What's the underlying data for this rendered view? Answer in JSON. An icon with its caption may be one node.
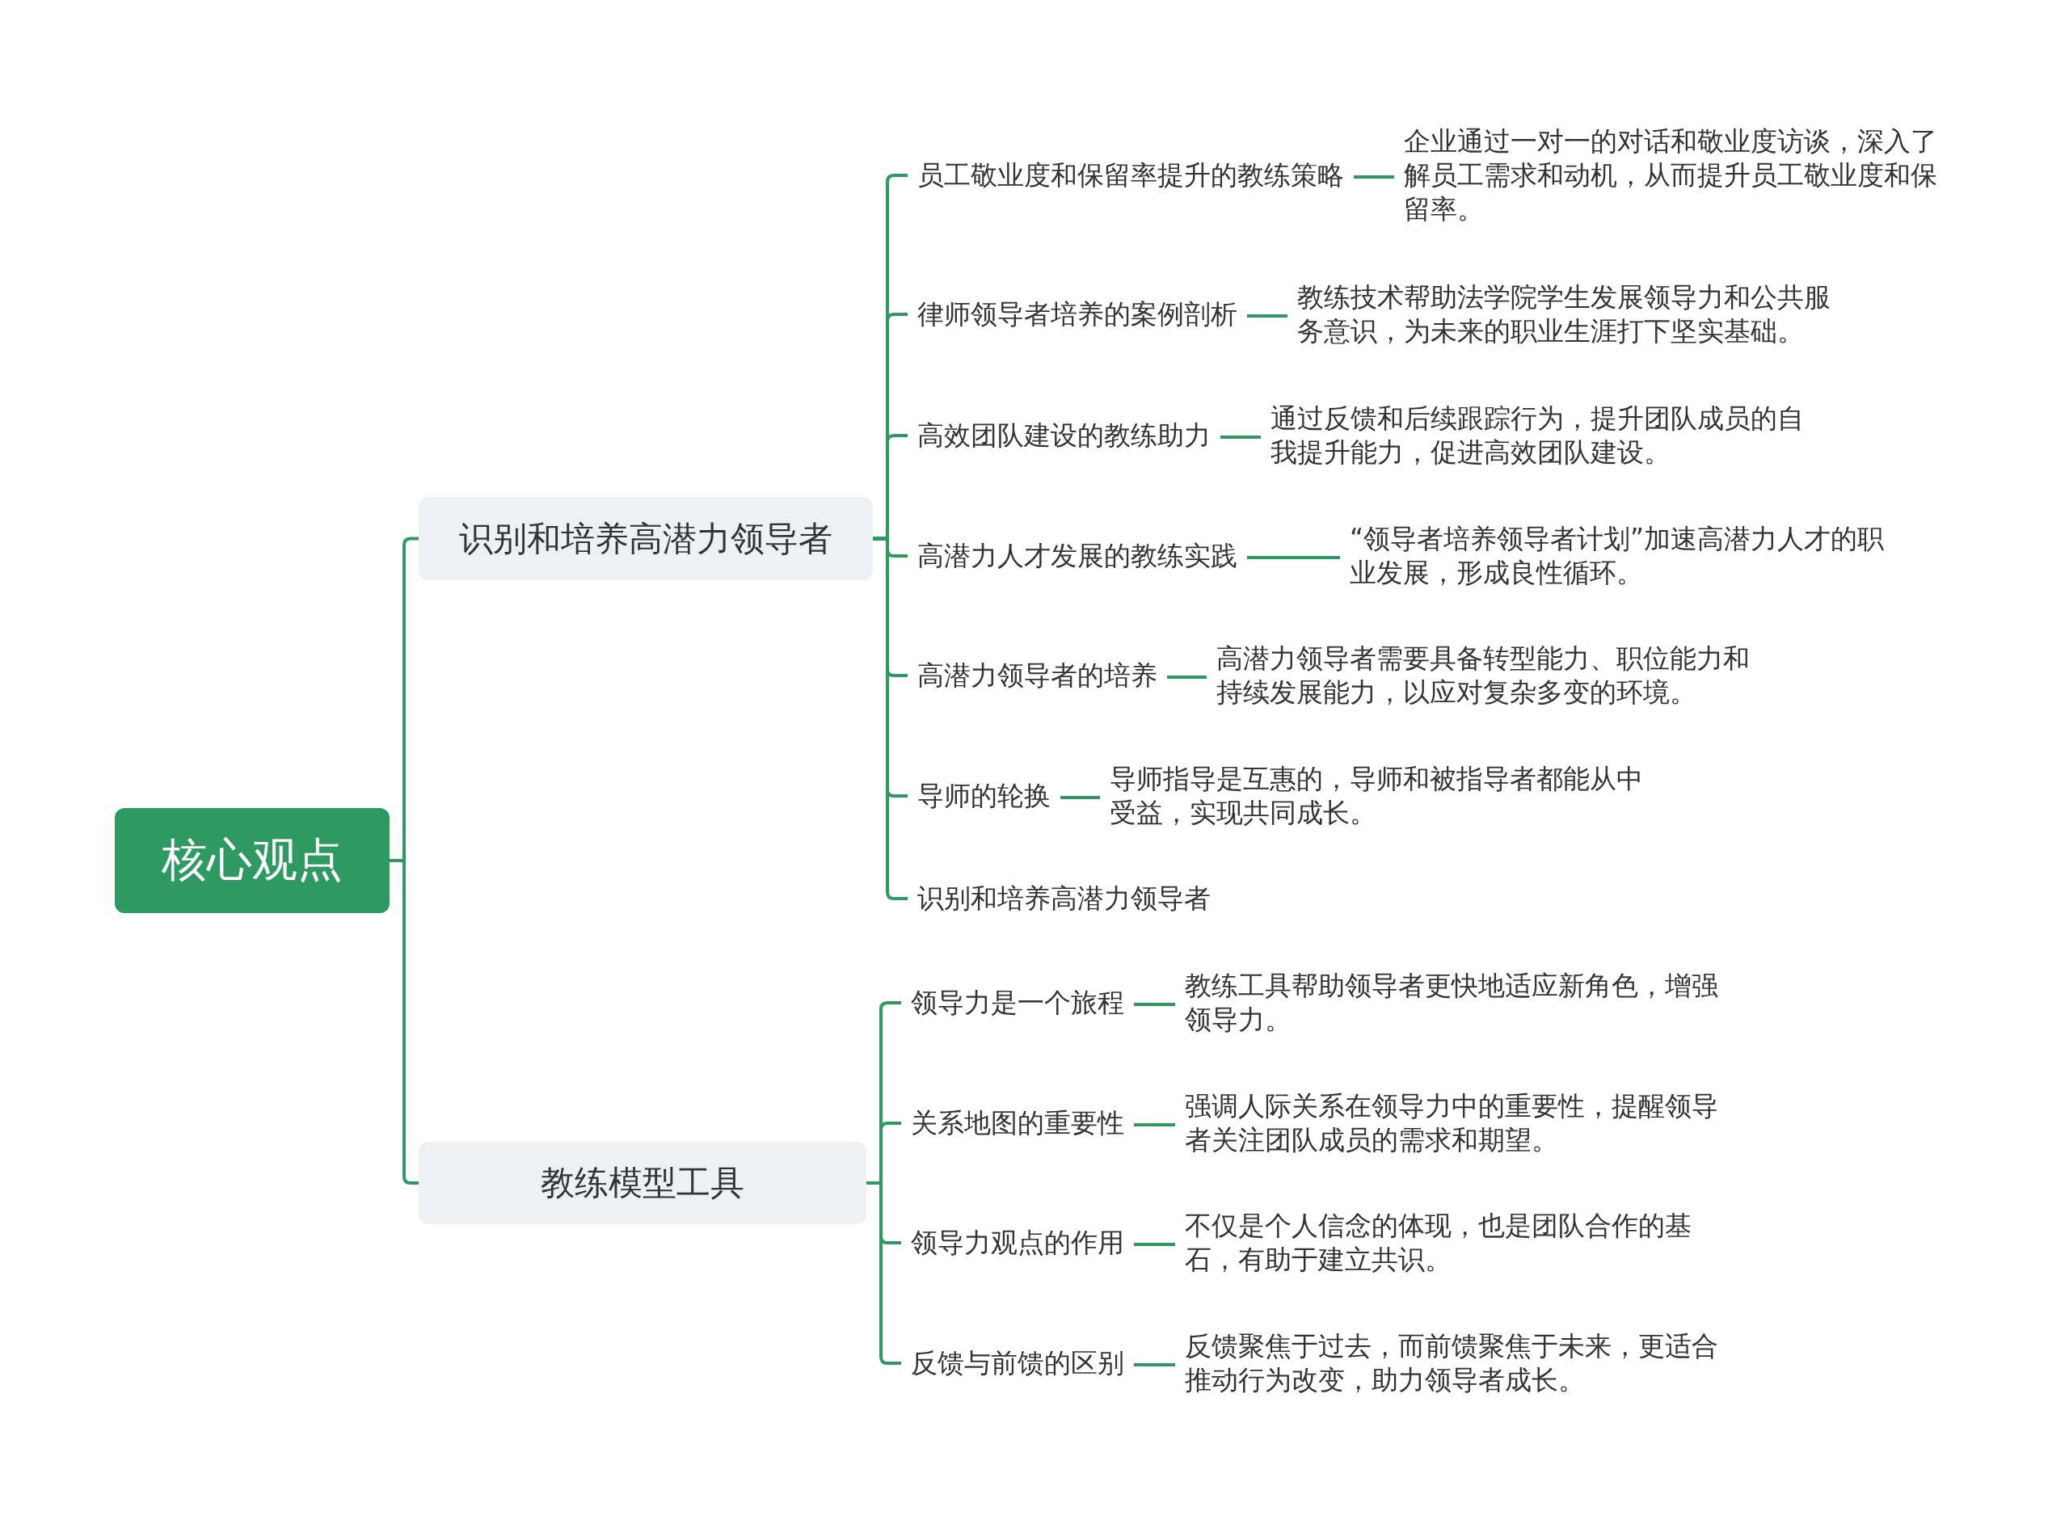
{
  "diagram": {
    "nodes": [
      {
        "text": [
          "核心观点"
        ]
      },
      {
        "text": [
          "识别和培养高潜力领导者"
        ]
      },
      {
        "text": [
          "员工敬业度和保留率提升的教练策略"
        ]
      },
      {
        "text": [
          "企业通过一对一的对话和敬业度访谈，深入了解员工需求和动机，从而提升员工敬业度和保留率。"
        ]
      },
      {
        "text": [
          "律师领导者培养的案例剖析"
        ]
      },
      {
        "text": [
          "教练技术帮助法学院学生发展领导力和公共服务意识，为未来的职业生涯打下坚实基础。"
        ]
      },
      {
        "text": [
          "高效团队建设的教练助力"
        ]
      },
      {
        "text": [
          "通过反馈和后续跟踪行为，提升团队成员的自我提升能力，促进高效团队建设。"
        ]
      },
      {
        "text": [
          "高潜力人才发展的教练实践"
        ]
      },
      {
        "text": [
          "“领导者培养领导者计划”加速高潜力人才的职业发展，形成良性循环。"
        ]
      },
      {
        "text": [
          "高潜力领导者的培养"
        ]
      },
      {
        "text": [
          "高潜力领导者需要具备转型能力、职位能力和持续发展能力，以应对复杂多变的环境。"
        ]
      },
      {
        "text": [
          "导师的轮换"
        ]
      },
      {
        "text": [
          "导师指导是互惠的，导师和被指导者都能从中受益，实现共同成长。"
        ]
      },
      {
        "text": [
          "识别和培养高潜力领导者"
        ]
      },
      {
        "text": [
          "教练模型工具"
        ]
      },
      {
        "text": [
          "领导力是一个旅程"
        ]
      },
      {
        "text": [
          "教练工具帮助领导者更快地适应新角色，增强领导力。"
        ]
      },
      {
        "text": [
          "关系地图的重要性"
        ]
      },
      {
        "text": [
          "强调人际关系在领导力中的重要性，提醒领导者关注团队成员的需求和期望。"
        ]
      },
      {
        "text": [
          "领导力观点的作用"
        ]
      },
      {
        "text": [
          "不仅是个人信念的体现，也是团队合作的基石，有助于建立共识。"
        ]
      },
      {
        "text": [
          "反馈与前馈的区别"
        ]
      },
      {
        "text": [
          "反馈聚焦于过去，而前馈聚焦于未来，更适合推动行为改变，助力领导者成长。"
        ]
      }
    ],
    "edges": [
      {
        "from": 0,
        "to": 1,
        "arrow": "none"
      },
      {
        "from": 0,
        "to": 15,
        "arrow": "none"
      },
      {
        "from": 1,
        "to": 2,
        "arrow": "none"
      },
      {
        "from": 1,
        "to": 4,
        "arrow": "none"
      },
      {
        "from": 1,
        "to": 6,
        "arrow": "none"
      },
      {
        "from": 1,
        "to": 8,
        "arrow": "none"
      },
      {
        "from": 1,
        "to": 10,
        "arrow": "none"
      },
      {
        "from": 1,
        "to": 12,
        "arrow": "none"
      },
      {
        "from": 1,
        "to": 14,
        "arrow": "none"
      },
      {
        "from": 15,
        "to": 16,
        "arrow": "none"
      },
      {
        "from": 15,
        "to": 18,
        "arrow": "none"
      },
      {
        "from": 15,
        "to": 20,
        "arrow": "none"
      },
      {
        "from": 15,
        "to": 22,
        "arrow": "none"
      },
      {
        "from": 2,
        "to": 3,
        "arrow": "none"
      },
      {
        "from": 4,
        "to": 5,
        "arrow": "none"
      },
      {
        "from": 6,
        "to": 7,
        "arrow": "none"
      },
      {
        "from": 8,
        "to": 9,
        "arrow": "none"
      },
      {
        "from": 10,
        "to": 11,
        "arrow": "none"
      },
      {
        "from": 12,
        "to": 13,
        "arrow": "none"
      },
      {
        "from": 16,
        "to": 17,
        "arrow": "none"
      },
      {
        "from": 18,
        "to": 19,
        "arrow": "none"
      },
      {
        "from": 20,
        "to": 21,
        "arrow": "none"
      },
      {
        "from": 22,
        "to": 23,
        "arrow": "none"
      }
    ]
  }
}
